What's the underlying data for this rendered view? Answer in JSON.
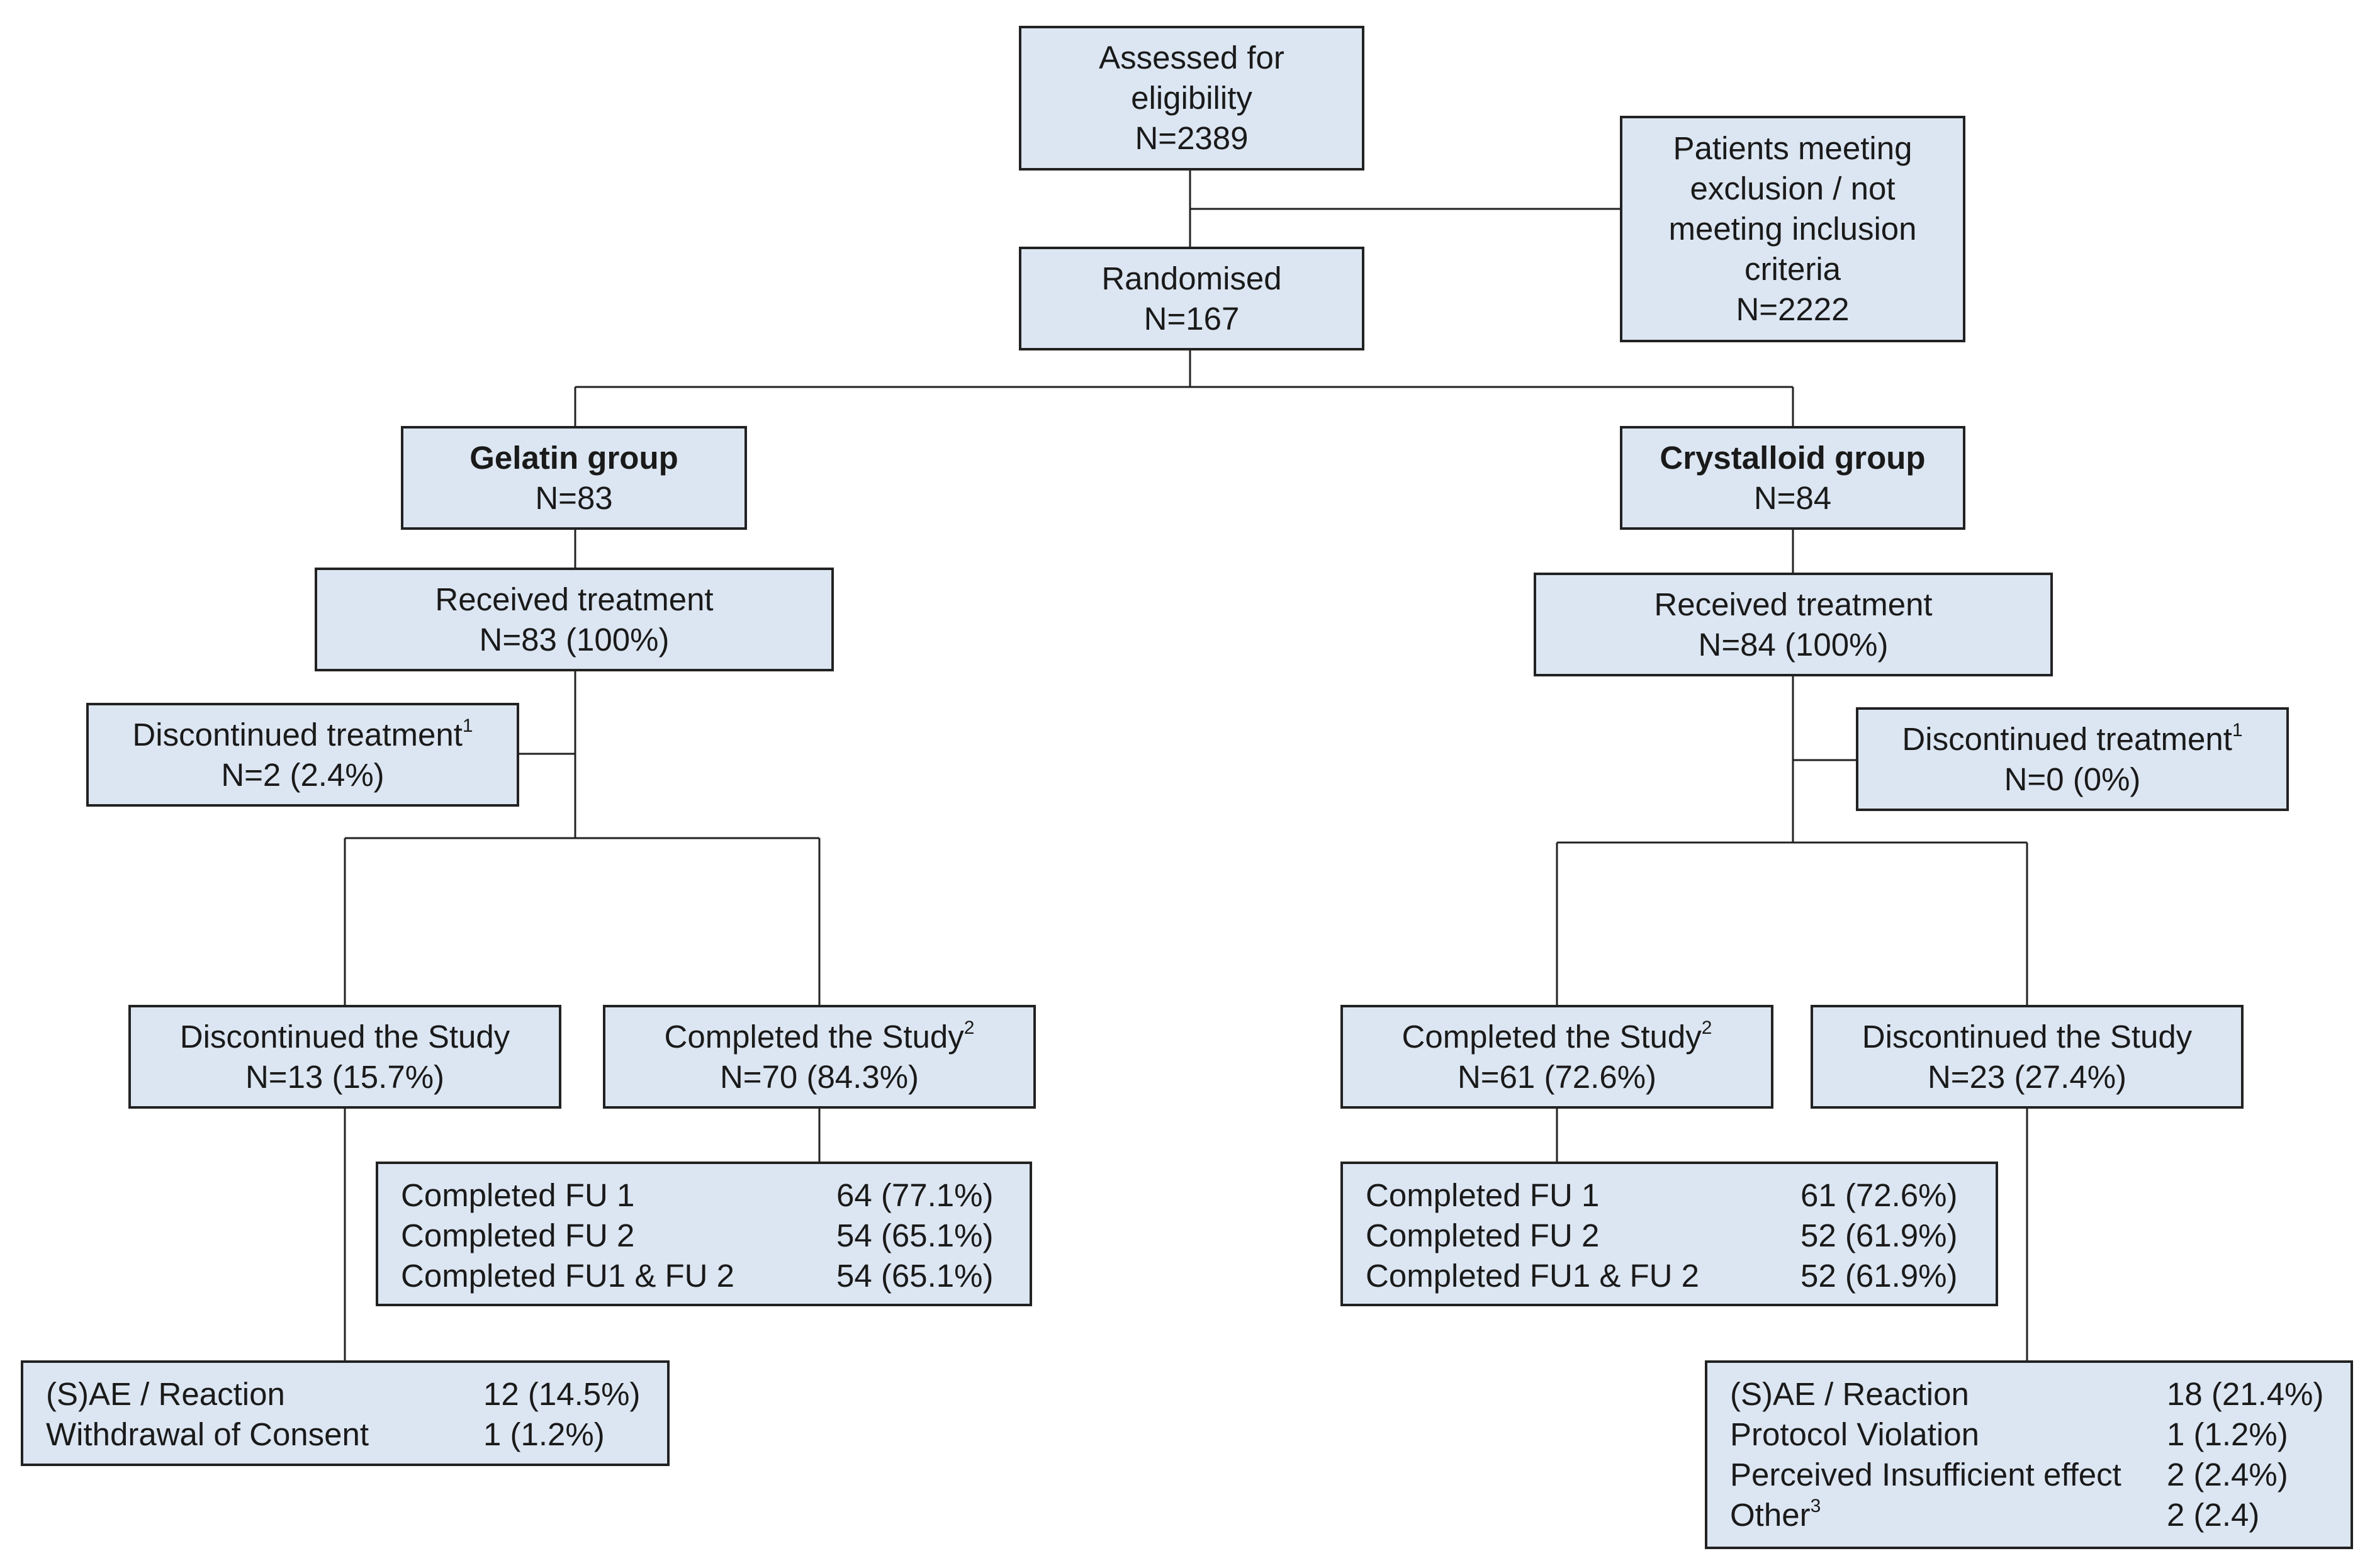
{
  "assessed": {
    "title": "Assessed for eligibility",
    "line1": "Assessed for",
    "line2": "eligibility",
    "count": "N=2389"
  },
  "excluded": {
    "line1": "Patients meeting",
    "line2": "exclusion / not",
    "line3": "meeting inclusion",
    "line4": "criteria",
    "count": "N=2222"
  },
  "randomised": {
    "title": "Randomised",
    "count": "N=167"
  },
  "gelatin": {
    "group": {
      "title": "Gelatin group",
      "count": "N=83"
    },
    "received": {
      "title": "Received treatment",
      "count": "N=83 (100%)"
    },
    "discontinued_treatment": {
      "title": "Discontinued treatment",
      "sup": "1",
      "count": "N=2 (2.4%)"
    },
    "discontinued_study": {
      "title": "Discontinued the Study",
      "count": "N=13 (15.7%)"
    },
    "completed_study": {
      "title": "Completed the Study",
      "sup": "2",
      "count": "N=70 (84.3%)"
    },
    "followup": [
      {
        "label": "Completed FU 1",
        "value": "64 (77.1%)"
      },
      {
        "label": "Completed FU 2",
        "value": "54 (65.1%)"
      },
      {
        "label": "Completed FU1 & FU 2",
        "value": "54 (65.1%)"
      }
    ],
    "reasons": [
      {
        "label": "(S)AE / Reaction",
        "value": "12 (14.5%)"
      },
      {
        "label": "Withdrawal of Consent",
        "value": "1 (1.2%)"
      }
    ]
  },
  "crystalloid": {
    "group": {
      "title": "Crystalloid group",
      "count": "N=84"
    },
    "received": {
      "title": "Received treatment",
      "count": "N=84 (100%)"
    },
    "discontinued_treatment": {
      "title": "Discontinued treatment",
      "sup": "1",
      "count": "N=0 (0%)"
    },
    "completed_study": {
      "title": "Completed the Study",
      "sup": "2",
      "count": "N=61 (72.6%)"
    },
    "discontinued_study": {
      "title": "Discontinued the Study",
      "count": "N=23 (27.4%)"
    },
    "followup": [
      {
        "label": "Completed FU 1",
        "value": "61 (72.6%)"
      },
      {
        "label": "Completed FU 2",
        "value": "52 (61.9%)"
      },
      {
        "label": "Completed FU1 & FU 2",
        "value": "52 (61.9%)"
      }
    ],
    "reasons": [
      {
        "label": "(S)AE / Reaction",
        "value": "18 (21.4%)"
      },
      {
        "label": "Protocol Violation",
        "value": "1 (1.2%)"
      },
      {
        "label": "Perceived Insufficient effect",
        "value": "2 (2.4%)"
      },
      {
        "label": "Other",
        "sup": "3",
        "value": "2 (2.4)"
      }
    ]
  }
}
